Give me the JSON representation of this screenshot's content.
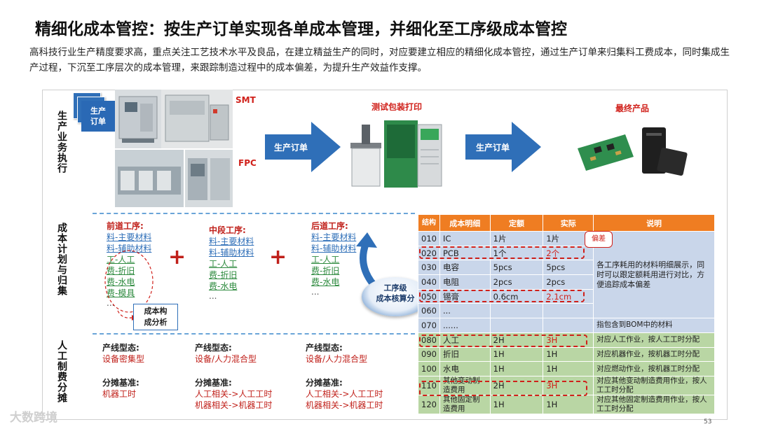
{
  "title": "精细化成本管控：按生产订单实现各单成本管理，并细化至工序级成本管控",
  "subtitle": "高科技行业生产精度要求高，重点关注工艺技术水平及良品，在建立精益生产的同时，对应要建立相应的精细化成本管控，通过生产订单来归集料工费成本，同时集成生产过程，下沉至工序层次的成本管理，来跟踪制造过程中的成本偏差，为提升生产效益作支撑。",
  "rows": {
    "row1": "生产业务执行",
    "row2": "成本计划与归集",
    "row3": "人工制费分摊"
  },
  "production": {
    "order_card": "生产\n订单",
    "smt": "SMT",
    "fpc": "FPC",
    "arrow1": "生产订单",
    "test_pack": "测试包装打印",
    "arrow2": "生产订单",
    "final_product": "最终产品"
  },
  "processes": [
    {
      "title": "前道工序:",
      "items": [
        "料-主要材料",
        "料-辅助材料",
        "工-人工",
        "费-折旧",
        "费-水电",
        "费-模具",
        "..."
      ]
    },
    {
      "title": "中段工序:",
      "items": [
        "料-主要材料",
        "料-辅助材料",
        "工-人工",
        "费-折旧",
        "费-水电",
        "..."
      ]
    },
    {
      "title": "后道工序:",
      "items": [
        "料-主要材料",
        "料-辅助材料",
        "工-人工",
        "费-折旧",
        "费-水电",
        "..."
      ]
    }
  ],
  "plus": "+",
  "cost_analysis": "成本构\n成分析",
  "engine": "工序级\n成本核算分",
  "labor": [
    {
      "type_h": "产线型态:",
      "type_v": "设备密集型",
      "basis_h": "分摊基准:",
      "basis_v": [
        "机器工时"
      ]
    },
    {
      "type_h": "产线型态:",
      "type_v": "设备/人力混合型",
      "basis_h": "分摊基准:",
      "basis_v": [
        "人工相关->人工工时",
        "机器相关->机器工时"
      ]
    },
    {
      "type_h": "产线型态:",
      "type_v": "设备/人力混合型",
      "basis_h": "分摊基准:",
      "basis_v": [
        "人工相关->人工工时",
        "机器相关->机器工时"
      ]
    }
  ],
  "table": {
    "headers": [
      "结构",
      "成本明细",
      "定额",
      "实际",
      "说明"
    ],
    "rows": [
      {
        "code": "010",
        "item": "IC",
        "quota": "1片",
        "actual": "1片",
        "note": ""
      },
      {
        "code": "020",
        "item": "PCB",
        "quota": "1个",
        "actual": "2个",
        "note": ""
      },
      {
        "code": "030",
        "item": "电容",
        "quota": "5pcs",
        "actual": "5pcs",
        "note": ""
      },
      {
        "code": "040",
        "item": "电阻",
        "quota": "2pcs",
        "actual": "2pcs",
        "note": ""
      },
      {
        "code": "050",
        "item": "锡膏",
        "quota": "0.6cm",
        "actual": "2.1cm",
        "note": ""
      },
      {
        "code": "060",
        "item": "...",
        "quota": "",
        "actual": "",
        "note": ""
      },
      {
        "code": "070",
        "item": "......",
        "quota": "",
        "actual": "",
        "note": "指包含到BOM中的材料"
      },
      {
        "code": "080",
        "item": "人工",
        "quota": "2H",
        "actual": "3H",
        "note": "对应人工作业，按人工工时分配"
      },
      {
        "code": "090",
        "item": "折旧",
        "quota": "1H",
        "actual": "1H",
        "note": "对应机器作业，按机器工时分配"
      },
      {
        "code": "100",
        "item": "水电",
        "quota": "1H",
        "actual": "1H",
        "note": "对应燃动作业，按机器工时分配"
      },
      {
        "code": "110",
        "item": "其他变动制造费用",
        "quota": "2H",
        "actual": "3H",
        "note": "对应其他变动制造费用作业，按人工工时分配"
      },
      {
        "code": "120",
        "item": "其他固定制造费用",
        "quota": "1H",
        "actual": "1H",
        "note": "对应其他固定制造费用作业，按人工工时分配"
      }
    ],
    "material_note": "各工序耗用的材料明细展示，同时可以跟定额耗用进行对比，方便追踪成本偏差",
    "callout": "偏差"
  },
  "watermark": "大数跨境",
  "page_number": "53",
  "colors": {
    "accent_blue": "#2f6fb8",
    "accent_red": "#d0201a",
    "table_header": "#ef7d22",
    "table_blue": "#c9d6ea",
    "table_green": "#b9d6a4"
  }
}
